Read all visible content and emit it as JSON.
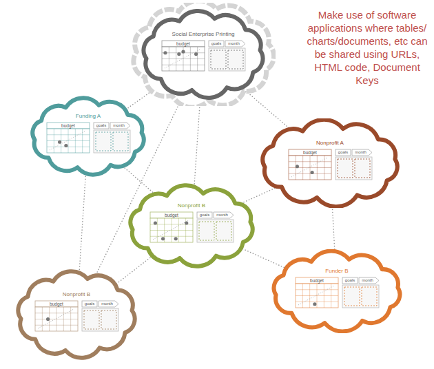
{
  "diagram": {
    "nodes": [
      {
        "text": [
          "Social Enterprise Printing",
          "budget",
          "goals",
          "month"
        ]
      },
      {
        "text": [
          "Funding A",
          "budget",
          "goals",
          "month"
        ]
      },
      {
        "text": [
          "Nonprofit A",
          "budget",
          "goals",
          "month"
        ]
      },
      {
        "text": [
          "Nonprofit B",
          "budget",
          "goals",
          "month"
        ]
      },
      {
        "text": [
          "Funder B",
          "budget",
          "goals",
          "month"
        ]
      },
      {
        "text": [
          "Nonprofit B",
          "budget",
          "goals",
          "month"
        ]
      }
    ],
    "edges": [
      {
        "from": 0,
        "to": 1,
        "arrow": "none"
      },
      {
        "from": 0,
        "to": 2,
        "arrow": "none"
      },
      {
        "from": 0,
        "to": 3,
        "arrow": "none"
      },
      {
        "from": 0,
        "to": 5,
        "arrow": "none"
      },
      {
        "from": 1,
        "to": 5,
        "arrow": "none"
      },
      {
        "from": 1,
        "to": 3,
        "arrow": "none"
      },
      {
        "from": 2,
        "to": 3,
        "arrow": "none"
      },
      {
        "from": 2,
        "to": 4,
        "arrow": "none"
      },
      {
        "from": 3,
        "to": 4,
        "arrow": "none"
      },
      {
        "from": 3,
        "to": 5,
        "arrow": "none"
      }
    ],
    "labels": [
      "Make use of software applications where tables/ charts/documents, etc can be shared using URLs, HTML code, Document Keys"
    ]
  }
}
